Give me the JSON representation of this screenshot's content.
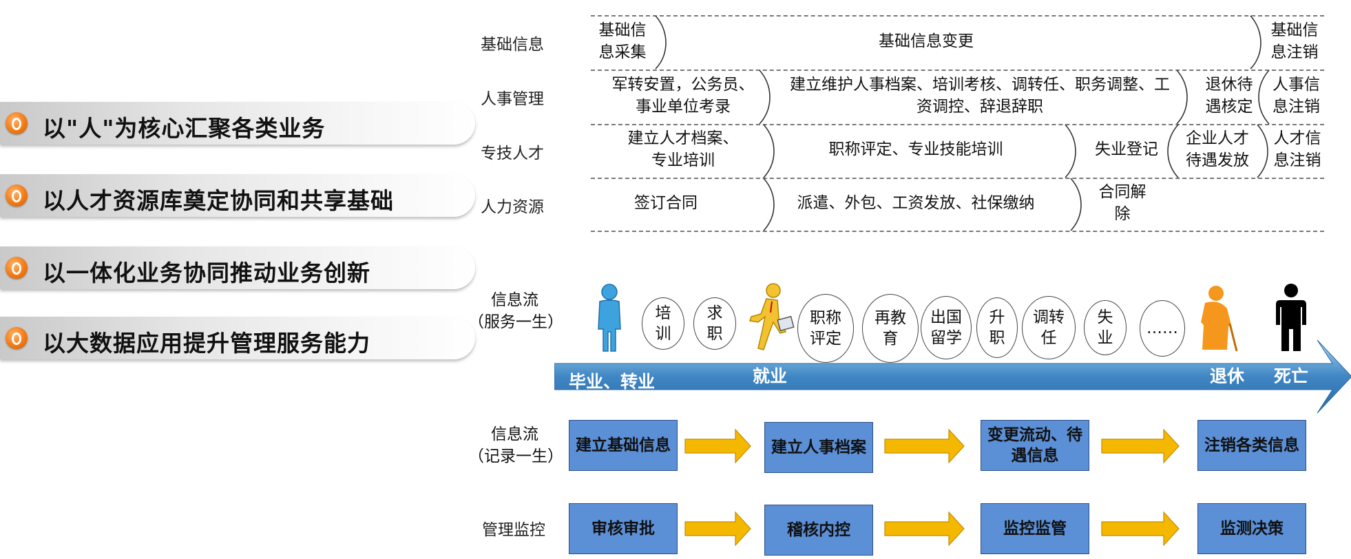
{
  "bullets": [
    "以\"人\"为核心汇聚各类业务",
    "以人才资源库奠定协同和共享基础",
    "以一体化业务协同推动业务创新",
    "以大数据应用提升管理服务能力"
  ],
  "table": {
    "row_labels": [
      "基础信息",
      "人事管理",
      "专技人才",
      "人力资源"
    ],
    "row1": {
      "c1": [
        "基础信",
        "息采集"
      ],
      "c2": "基础信息变更",
      "c3": [
        "基础信",
        "息注销"
      ]
    },
    "row2": {
      "c1": [
        "军转安置，公务员、",
        "事业单位考录"
      ],
      "c2": [
        "建立维护人事档案、培训考核、调转任、职务调整、工",
        "资调控、辞退辞职"
      ],
      "c3": [
        "退休待",
        "遇核定"
      ],
      "c4": [
        "人事信",
        "息注销"
      ]
    },
    "row3": {
      "c1": [
        "建立人才档案、",
        "专业培训"
      ],
      "c2": "职称评定、专业技能培训",
      "c3": "失业登记",
      "c4": [
        "企业人才",
        "待遇发放"
      ],
      "c5": [
        "人才信",
        "息注销"
      ]
    },
    "row4": {
      "c1": "签订合同",
      "c2": "派遣、外包、工资发放、社保缴纳",
      "c3": [
        "合同解",
        "除"
      ]
    }
  },
  "lifecycle": {
    "label": [
      "信息流",
      "（服务一生）"
    ],
    "circles": [
      [
        "培",
        "训"
      ],
      [
        "求",
        "职"
      ],
      [
        "职称",
        "评定"
      ],
      [
        "再教",
        "育"
      ],
      [
        "出国",
        "留学"
      ],
      [
        "升",
        "职"
      ],
      [
        "调转",
        "任"
      ],
      [
        "失",
        "业"
      ],
      [
        "……"
      ]
    ],
    "arrow_labels": [
      "毕业、转业",
      "就业",
      "退休",
      "死亡"
    ],
    "arrow_color": "#3f86c4",
    "figure_colors": {
      "graduate": "#3ea2df",
      "worker": "#f2c230",
      "retiree": "#f5961d",
      "deceased": "#000000"
    }
  },
  "flow_record": {
    "label": [
      "信息流",
      "（记录一生）"
    ],
    "boxes": [
      "建立基础信息",
      "建立人事档案",
      [
        "变更流动、待",
        "遇信息"
      ],
      "注销各类信息"
    ]
  },
  "flow_monitor": {
    "label": "管理监控",
    "boxes": [
      "审核审批",
      "稽核内控",
      "监控监管",
      "监测决策"
    ]
  },
  "colors": {
    "box_fill": "#5b8fd6",
    "connector_arrow": "#f5b800",
    "bullet_dot": "#f37a13"
  }
}
